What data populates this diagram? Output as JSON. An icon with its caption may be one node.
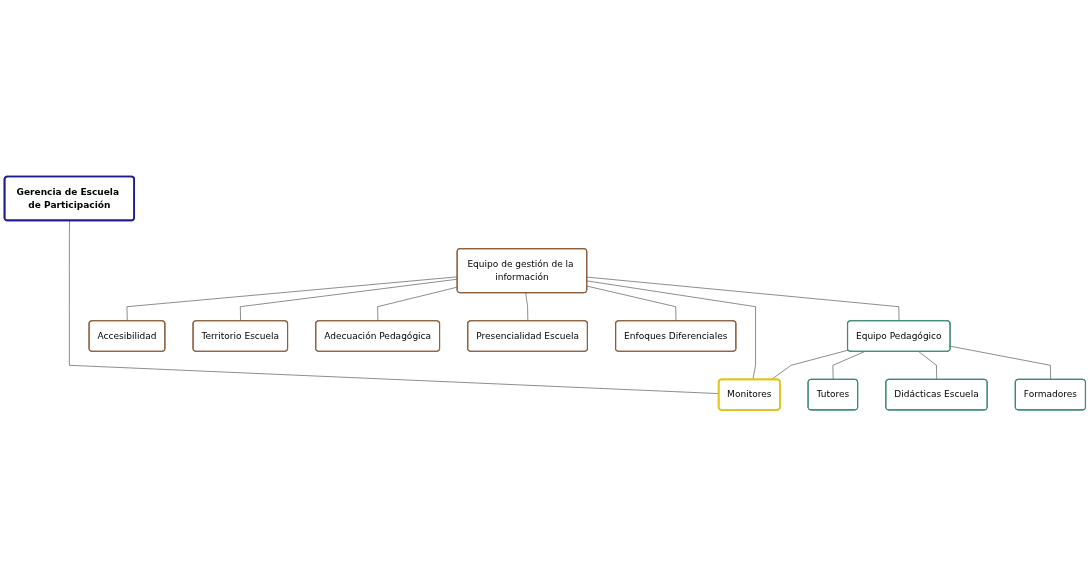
{
  "diagram": {
    "nodes": [
      {
        "text": [
          "Gerencia de Escuela de Participación"
        ]
      },
      {
        "text": [
          "Equipo de gestión de la información"
        ]
      },
      {
        "text": [
          "Equipo Pedagógico"
        ]
      },
      {
        "text": [
          "Monitores"
        ]
      },
      {
        "text": [
          "Accesibilidad"
        ]
      },
      {
        "text": [
          "Territorio Escuela"
        ]
      },
      {
        "text": [
          "Adecuación Pedagógica"
        ]
      },
      {
        "text": [
          "Presencialidad Escuela"
        ]
      },
      {
        "text": [
          "Enfoques Diferenciales"
        ]
      },
      {
        "text": [
          "Tutores"
        ]
      },
      {
        "text": [
          "Didácticas Escuela"
        ]
      },
      {
        "text": [
          "Formadores"
        ]
      }
    ],
    "edges": [
      {
        "from": 0,
        "to": 3,
        "arrow": "none"
      },
      {
        "from": 1,
        "to": 2,
        "arrow": "none"
      },
      {
        "from": 1,
        "to": 3,
        "arrow": "none"
      },
      {
        "from": 2,
        "to": 3,
        "arrow": "none"
      },
      {
        "from": 1,
        "to": 4,
        "arrow": "none"
      },
      {
        "from": 1,
        "to": 5,
        "arrow": "none"
      },
      {
        "from": 1,
        "to": 6,
        "arrow": "none"
      },
      {
        "from": 1,
        "to": 7,
        "arrow": "none"
      },
      {
        "from": 1,
        "to": 8,
        "arrow": "none"
      },
      {
        "from": 2,
        "to": 9,
        "arrow": "none"
      },
      {
        "from": 2,
        "to": 10,
        "arrow": "none"
      },
      {
        "from": 2,
        "to": 11,
        "arrow": "none"
      }
    ]
  }
}
